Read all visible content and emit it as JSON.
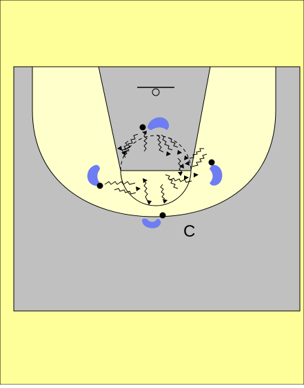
{
  "diagram": {
    "colors": {
      "background": "#FFFF99",
      "court": "#C0C0C0",
      "key_area": "#FFFFCC",
      "player": "#6E7DF2",
      "line": "#000000",
      "ball": "#000000"
    },
    "labels": {
      "coach": "C"
    },
    "players": [
      {
        "id": "top",
        "label": ""
      },
      {
        "id": "left",
        "label": ""
      },
      {
        "id": "right",
        "label": ""
      },
      {
        "id": "bottom",
        "label": ""
      }
    ],
    "icons": {
      "hoop": "basket-hoop-icon",
      "player": "player-marker-icon",
      "ball": "ball-dot-icon",
      "dribble": "dribble-path-icon"
    }
  }
}
